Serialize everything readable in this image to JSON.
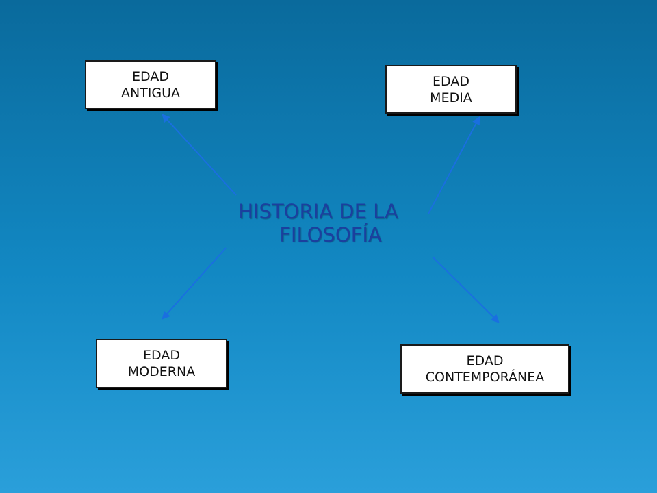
{
  "diagram": {
    "center": {
      "line1": "HISTORIA DE LA",
      "line2": "FILOSOFÍA"
    },
    "periods": [
      {
        "line1": "EDAD",
        "line2": "ANTIGUA"
      },
      {
        "line1": "EDAD",
        "line2": "MEDIA"
      },
      {
        "line1": "EDAD",
        "line2": "MODERNA"
      },
      {
        "line1": "EDAD",
        "line2": "CONTEMPORÁNEA"
      }
    ]
  },
  "colors": {
    "background_top": "#0a6a9c",
    "background_bottom": "#2a9fda",
    "arrow": "#1a6fe0",
    "title": "#1b3f9e",
    "box_fill": "#ffffff",
    "box_border": "#1a1a1a"
  }
}
